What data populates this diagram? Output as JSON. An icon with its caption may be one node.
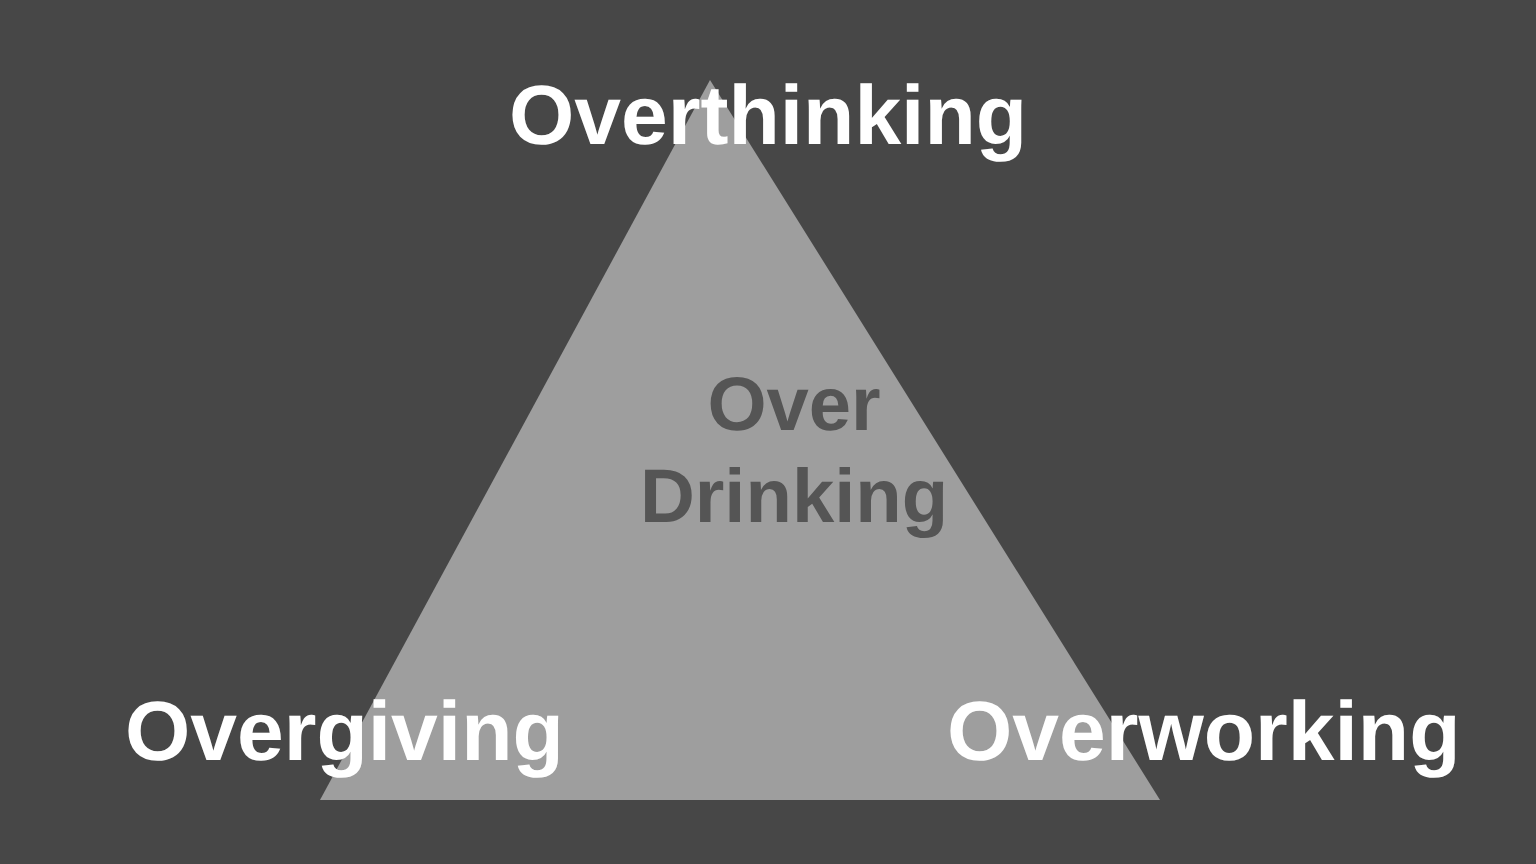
{
  "diagram": {
    "nodes": [
      {
        "text": [
          "Over Drinking"
        ]
      }
    ],
    "labels": [
      "Overthinking",
      "Overgiving",
      "Overworking"
    ]
  }
}
